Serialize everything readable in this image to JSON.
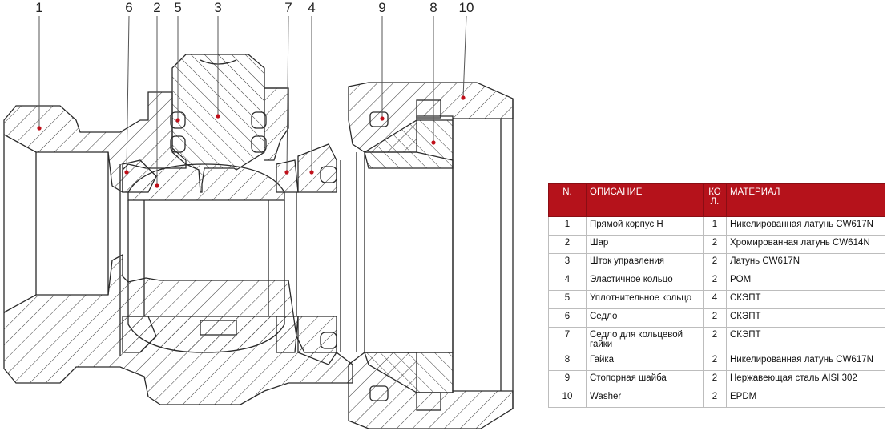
{
  "callouts": [
    {
      "id": "1",
      "label": "1"
    },
    {
      "id": "6",
      "label": "6"
    },
    {
      "id": "2",
      "label": "2"
    },
    {
      "id": "5",
      "label": "5"
    },
    {
      "id": "3",
      "label": "3"
    },
    {
      "id": "7",
      "label": "7"
    },
    {
      "id": "4",
      "label": "4"
    },
    {
      "id": "9",
      "label": "9"
    },
    {
      "id": "8",
      "label": "8"
    },
    {
      "id": "10",
      "label": "10"
    }
  ],
  "table": {
    "headers": {
      "num": "N.",
      "desc": "ОПИСАНИЕ",
      "qty": "КО Л.",
      "mat": "МАТЕРИАЛ"
    },
    "rows": [
      {
        "num": "1",
        "desc": "Прямой корпус H",
        "qty": "1",
        "mat": "Никелированная латунь CW617N"
      },
      {
        "num": "2",
        "desc": "Шар",
        "qty": "2",
        "mat": "Хромированная латунь CW614N"
      },
      {
        "num": "3",
        "desc": "Шток управления",
        "qty": "2",
        "mat": "Латунь CW617N"
      },
      {
        "num": "4",
        "desc": "Эластичное кольцо",
        "qty": "2",
        "mat": "POM"
      },
      {
        "num": "5",
        "desc": "Уплотнительное кольцо",
        "qty": "4",
        "mat": "СКЭПТ"
      },
      {
        "num": "6",
        "desc": "Седло",
        "qty": "2",
        "mat": "СКЭПТ"
      },
      {
        "num": "7",
        "desc": "Седло для кольцевой гайки",
        "qty": "2",
        "mat": "СКЭПТ"
      },
      {
        "num": "8",
        "desc": "Гайка",
        "qty": "2",
        "mat": "Никелированная латунь CW617N"
      },
      {
        "num": "9",
        "desc": "Стопорная шайба",
        "qty": "2",
        "mat": "Нержавеющая сталь AISI 302"
      },
      {
        "num": "10",
        "desc": "Washer",
        "qty": "2",
        "mat": "EPDM"
      }
    ]
  },
  "colors": {
    "header_bg": "#b5121b",
    "marker": "#c0101a",
    "line": "#2a2a2a"
  }
}
